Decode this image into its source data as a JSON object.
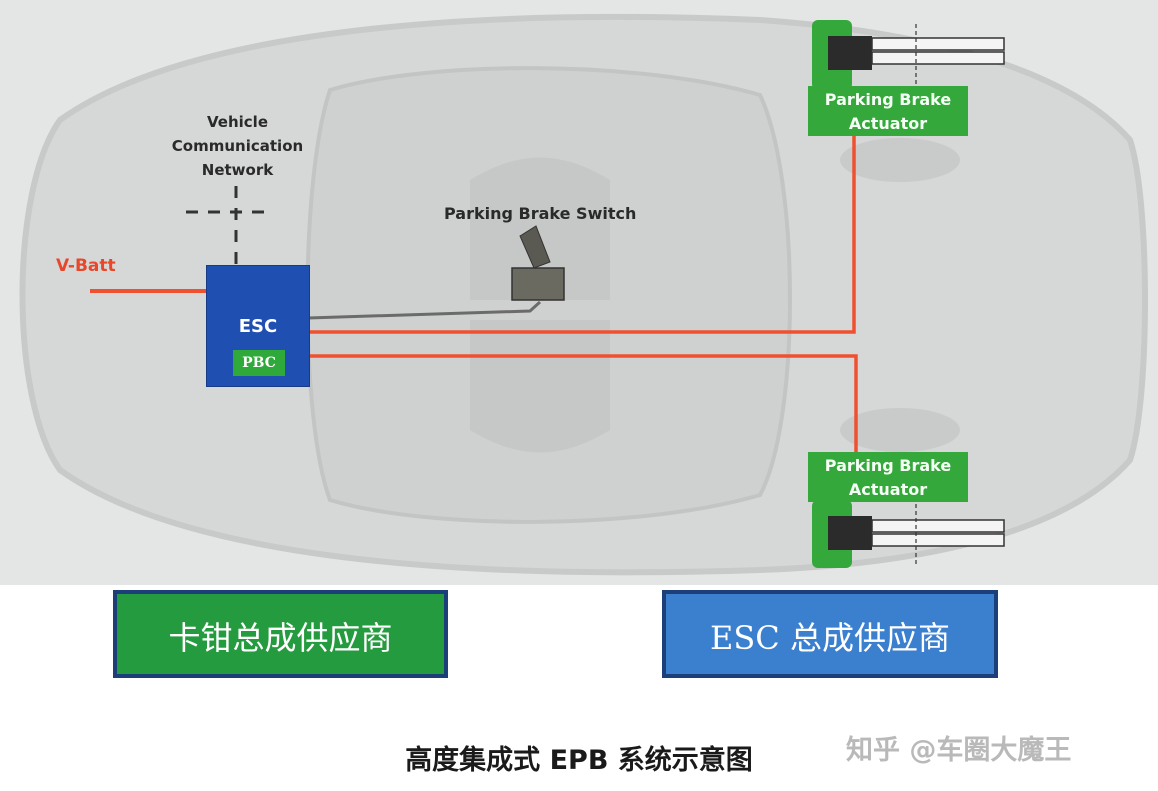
{
  "diagram": {
    "vehicle_network_lines": [
      "Vehicle",
      "Communication",
      "Network"
    ],
    "parking_brake_switch": "Parking Brake Switch",
    "vbatt": "V-Batt",
    "esc": "ESC",
    "pbc": "PBC",
    "actuators": [
      {
        "line1": "Parking Brake",
        "line2": "Actuator"
      },
      {
        "line1": "Parking Brake",
        "line2": "Actuator"
      }
    ],
    "colors": {
      "power_line": "#f0502f",
      "signal_line": "#6b6b6b",
      "esc_box": "#1f4fb0",
      "pbc_box": "#2fa93a",
      "actuator_box": "#35a83b"
    }
  },
  "suppliers": {
    "caliper": "卡钳总成供应商",
    "esc": "ESC 总成供应商"
  },
  "caption": "高度集成式 EPB 系统示意图",
  "watermark": "知乎 @车圈大魔王"
}
